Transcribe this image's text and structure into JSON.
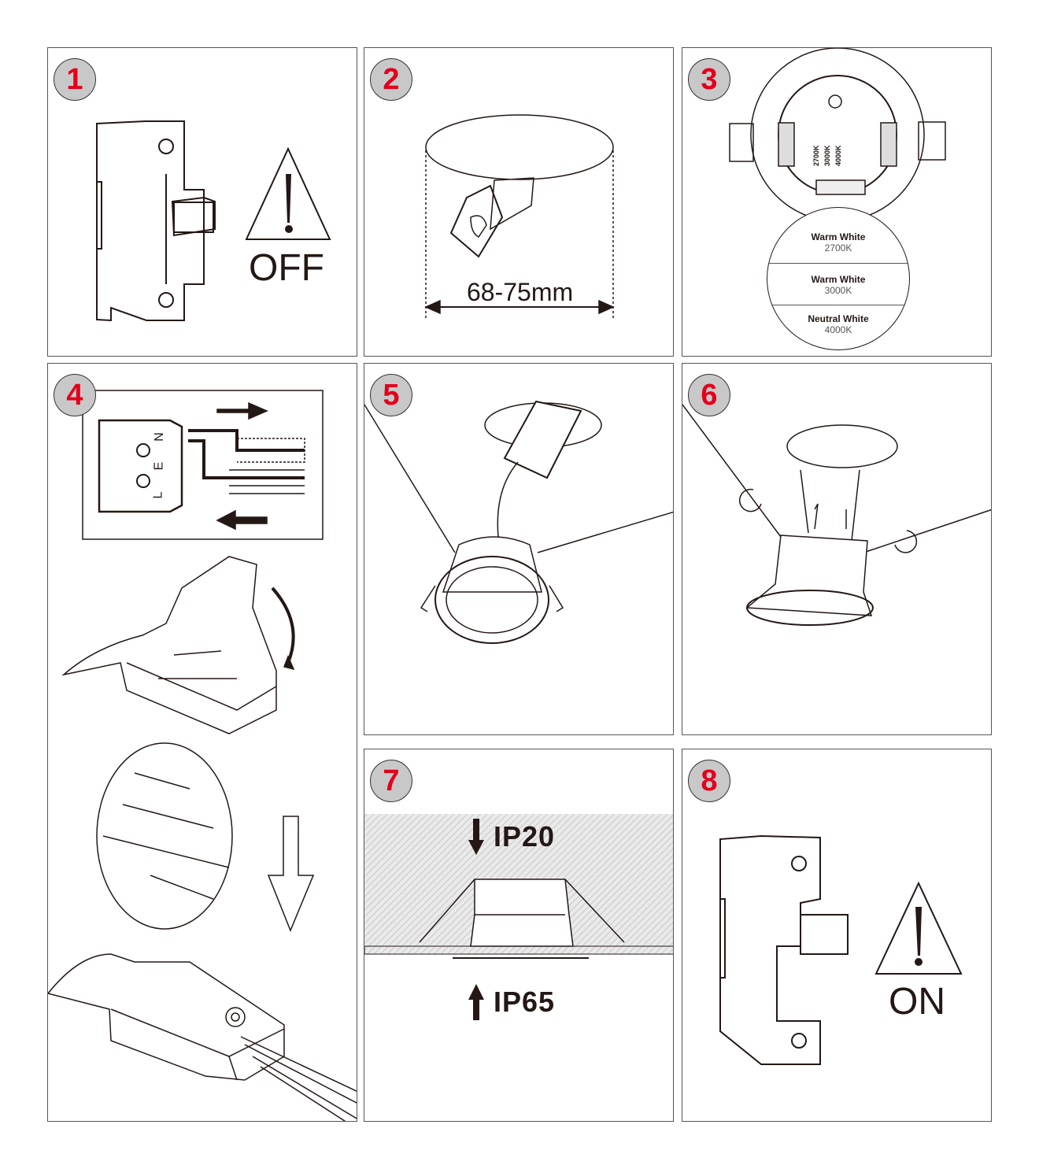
{
  "steps": [
    {
      "number": "1",
      "label": "OFF",
      "icon": "circuit-breaker-off"
    },
    {
      "number": "2",
      "label": "68-75mm",
      "icon": "saw-cut-hole"
    },
    {
      "number": "3",
      "icon": "cct-switch",
      "switch_labels": [
        "2700K",
        "3000K",
        "4000K"
      ],
      "cct_options": [
        {
          "name": "Warm White",
          "temp": "2700K"
        },
        {
          "name": "Warm White",
          "temp": "3000K"
        },
        {
          "name": "Neutral White",
          "temp": "4000K"
        }
      ]
    },
    {
      "number": "4",
      "icon": "terminal-block-wiring",
      "terminal_labels": [
        "N",
        "E",
        "L"
      ]
    },
    {
      "number": "5",
      "icon": "install-spring-clips"
    },
    {
      "number": "6",
      "icon": "insert-into-ceiling"
    },
    {
      "number": "7",
      "icon": "ip-rating",
      "top_label": "IP20",
      "bottom_label": "IP65"
    },
    {
      "number": "8",
      "label": "ON",
      "icon": "circuit-breaker-on"
    }
  ],
  "colors": {
    "badge_number": "#e3001b",
    "badge_fill": "#c8c8c8",
    "line": "#231815"
  }
}
